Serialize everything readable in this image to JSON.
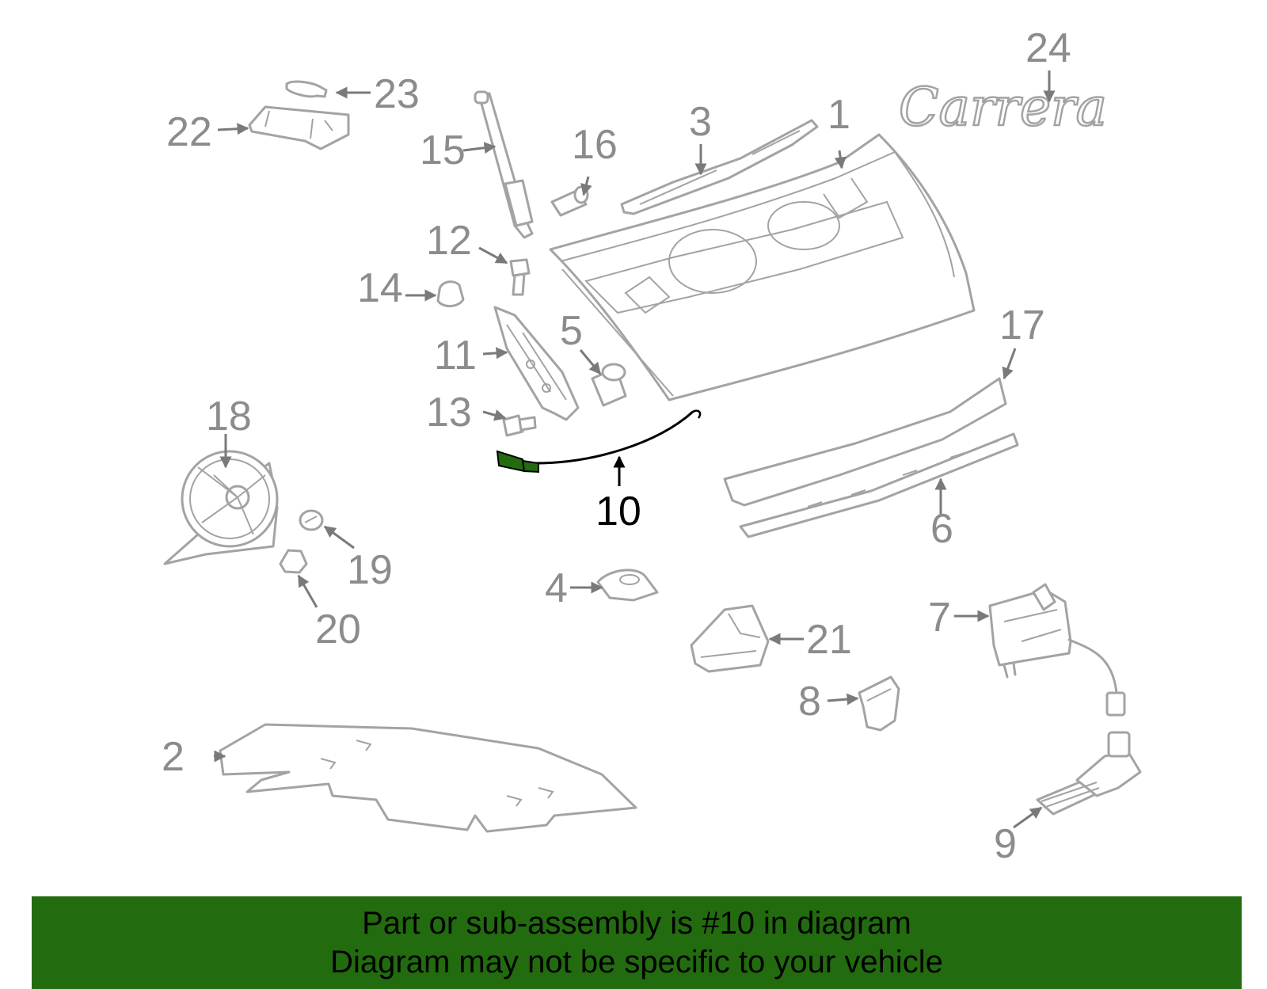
{
  "diagram": {
    "highlight_color": "#226b0f",
    "highlighted_part": "10",
    "brand_script": "Carrera",
    "callouts": {
      "c1": "1",
      "c2": "2",
      "c3": "3",
      "c4": "4",
      "c5": "5",
      "c6": "6",
      "c7": "7",
      "c8": "8",
      "c9": "9",
      "c10": "10",
      "c11": "11",
      "c12": "12",
      "c13": "13",
      "c14": "14",
      "c15": "15",
      "c16": "16",
      "c17": "17",
      "c18": "18",
      "c19": "19",
      "c20": "20",
      "c21": "21",
      "c22": "22",
      "c23": "23",
      "c24": "24"
    }
  },
  "banner": {
    "line1": "Part or sub-assembly is #10 in diagram",
    "line2": "Diagram may not be specific to your vehicle",
    "background": "#226b0f"
  }
}
